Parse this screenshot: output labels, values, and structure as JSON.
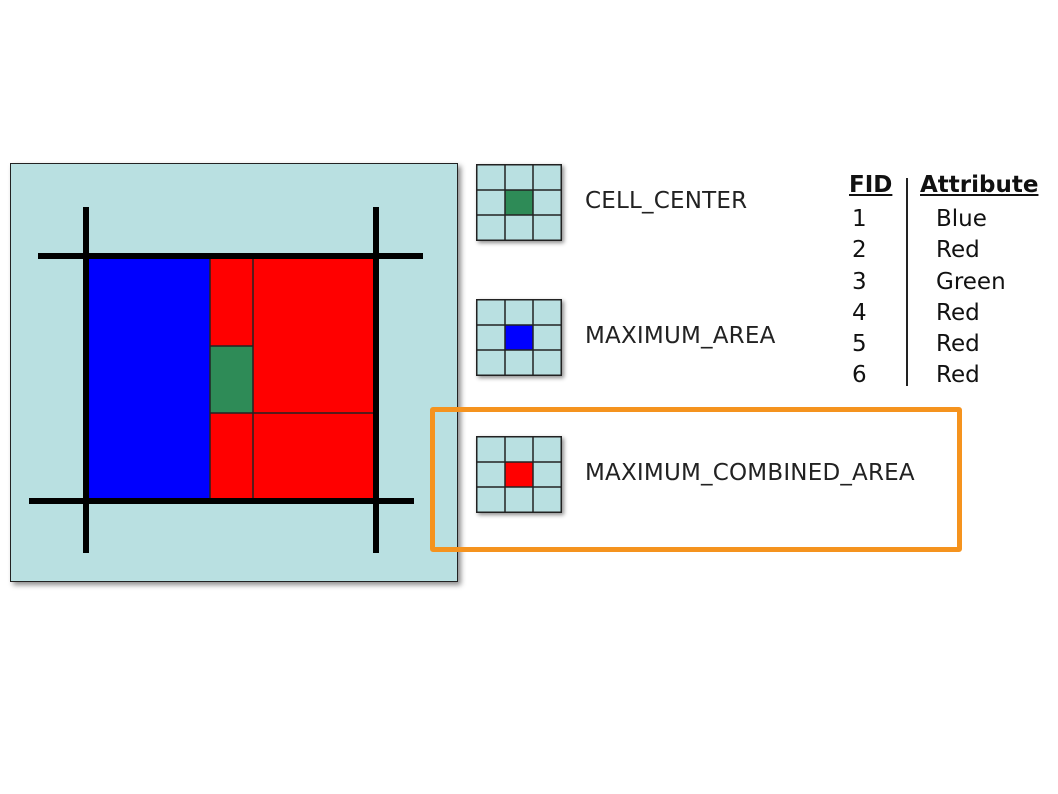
{
  "methods": [
    {
      "label": "CELL_CENTER",
      "center_color": "#2e8b57"
    },
    {
      "label": "MAXIMUM_AREA",
      "center_color": "#0000ff"
    },
    {
      "label": "MAXIMUM_COMBINED_AREA",
      "center_color": "#ff0000"
    }
  ],
  "table": {
    "headers": {
      "fid": "FID",
      "attribute": "Attribute"
    },
    "rows": [
      {
        "fid": "1",
        "attribute": "Blue"
      },
      {
        "fid": "2",
        "attribute": "Red"
      },
      {
        "fid": "3",
        "attribute": "Green"
      },
      {
        "fid": "4",
        "attribute": "Red"
      },
      {
        "fid": "5",
        "attribute": "Red"
      },
      {
        "fid": "6",
        "attribute": "Red"
      }
    ]
  },
  "colors": {
    "background_cell": "#b9e0e1",
    "blue": "#0000ff",
    "red": "#ff0000",
    "green": "#2e8b57",
    "highlight": "#f5931e"
  },
  "highlighted_method": "MAXIMUM_COMBINED_AREA"
}
